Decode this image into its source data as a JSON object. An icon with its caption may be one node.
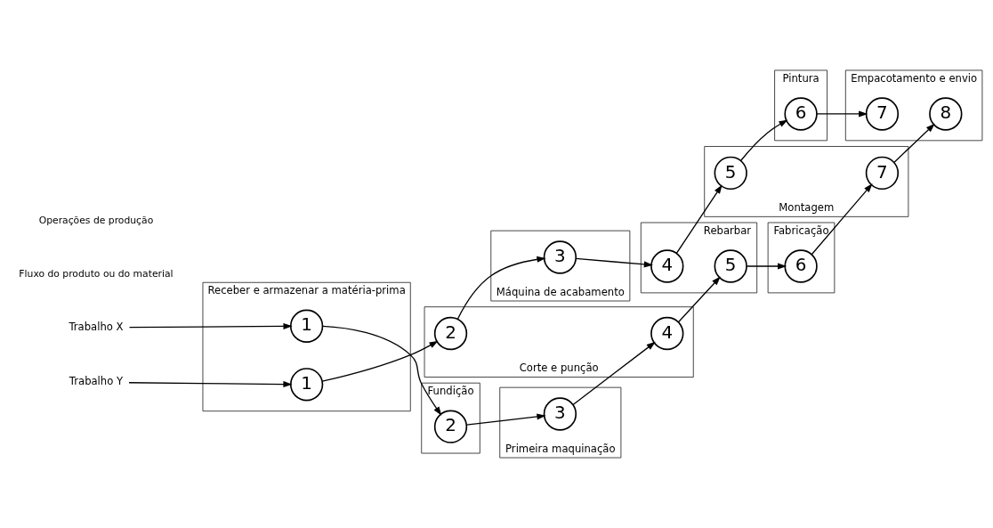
{
  "diagram": {
    "nodes": [
      {
        "text": [
          "Receber e armazenar a matéria-prima"
        ]
      },
      {
        "text": [
          "Fundição"
        ]
      },
      {
        "text": [
          "Primeira maquinação"
        ]
      },
      {
        "text": [
          "Fabricação"
        ]
      },
      {
        "text": [
          "Pintura"
        ]
      },
      {
        "text": [
          "Empacotamento e envio"
        ]
      },
      {
        "text": [
          "Corte e punção"
        ]
      },
      {
        "text": [
          "Máquina de acabamento"
        ]
      },
      {
        "text": [
          "Rebarbar"
        ]
      },
      {
        "text": [
          "Montagem"
        ]
      },
      {
        "text": [
          "Trabalho X"
        ]
      },
      {
        "text": [
          "Trabalho Y"
        ]
      },
      {
        "text": [
          "1"
        ],
        "in": 0
      },
      {
        "text": [
          "2"
        ],
        "in": 1
      },
      {
        "text": [
          "3"
        ],
        "in": 2
      },
      {
        "text": [
          "6"
        ],
        "in": 3
      },
      {
        "text": [
          "6"
        ],
        "in": 4
      },
      {
        "text": [
          "7"
        ],
        "in": 5
      },
      {
        "text": [
          "4"
        ],
        "in": 6
      },
      {
        "text": [
          "5"
        ],
        "in": 8
      },
      {
        "text": [
          "5"
        ],
        "in": 9
      },
      {
        "text": [
          "8"
        ],
        "in": 5
      },
      {
        "text": [
          "1"
        ],
        "in": 0
      },
      {
        "text": [
          "2"
        ],
        "in": 6
      },
      {
        "text": [
          "3"
        ],
        "in": 7
      },
      {
        "text": [
          "4"
        ],
        "in": 8
      },
      {
        "text": [
          "7"
        ],
        "in": 9
      }
    ],
    "edges": [
      {
        "from": 10,
        "to": 12,
        "arrow": "to"
      },
      {
        "from": 12,
        "to": 13,
        "arrow": "to"
      },
      {
        "from": 13,
        "to": 14,
        "arrow": "to"
      },
      {
        "from": 14,
        "to": 18,
        "arrow": "to"
      },
      {
        "from": 18,
        "to": 19,
        "arrow": "to"
      },
      {
        "from": 19,
        "to": 15,
        "arrow": "to"
      },
      {
        "from": 15,
        "to": 26,
        "arrow": "to"
      },
      {
        "from": 16,
        "to": 17,
        "arrow": "to"
      },
      {
        "from": 20,
        "to": 16,
        "arrow": "to"
      },
      {
        "from": 11,
        "to": 22,
        "arrow": "to"
      },
      {
        "from": 22,
        "to": 23,
        "arrow": "to"
      },
      {
        "from": 23,
        "to": 24,
        "arrow": "to"
      },
      {
        "from": 24,
        "to": 25,
        "arrow": "to"
      },
      {
        "from": 25,
        "to": 20,
        "arrow": "to"
      },
      {
        "from": 26,
        "to": 21,
        "arrow": "to"
      }
    ],
    "legend": [
      {
        "text": "Operações de produção"
      },
      {
        "text": "Fluxo do produto ou do material"
      }
    ]
  }
}
